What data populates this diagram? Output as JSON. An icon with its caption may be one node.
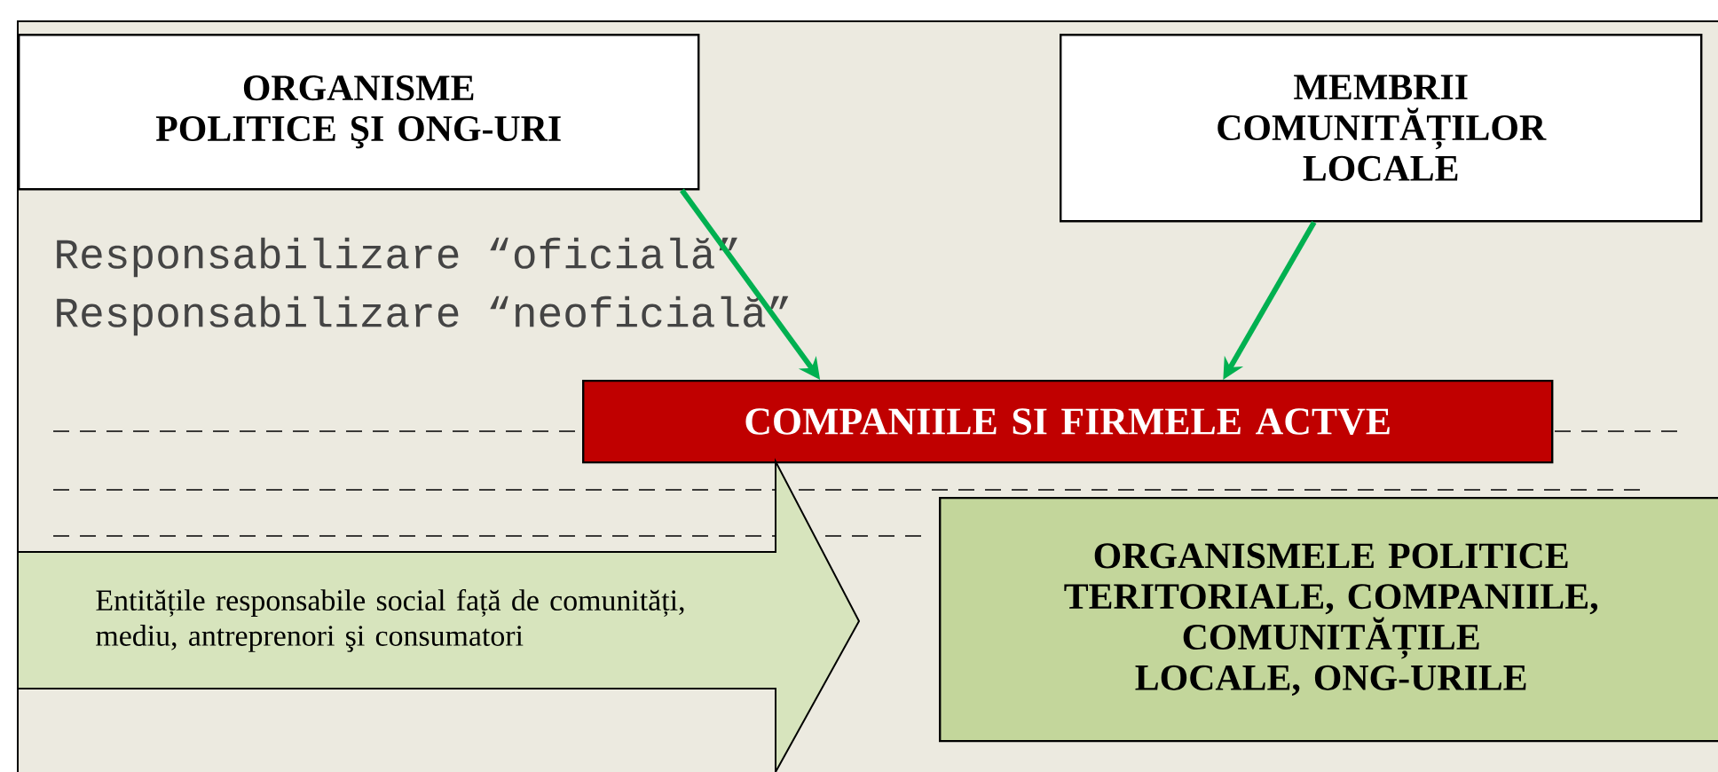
{
  "diagram": {
    "nodes": [
      {
        "text": [
          "ORGANISME POLITICE ŞI ONG-URI"
        ]
      },
      {
        "text": [
          "MEMBRII COMUNITĂȚILOR LOCALE"
        ]
      },
      {
        "text": [
          "COMPANIILE SI FIRMELE ACTVE"
        ]
      },
      {
        "text": [
          "Entitățile responsabile  social față de comunități, mediu, antreprenori  şi consumatori"
        ]
      },
      {
        "text": [
          "ORGANISMELE POLITICE TERITORIALE, COMPANIILE, COMUNITĂȚILE LOCALE, ONG-URILE"
        ]
      }
    ],
    "edges": [
      {
        "from": 0,
        "to": 2,
        "arrow": "to"
      },
      {
        "from": 1,
        "to": 2,
        "arrow": "to"
      }
    ],
    "labels": [
      "Responsabilizare “oficială”",
      "Responsabilizare “neoficială”"
    ]
  }
}
